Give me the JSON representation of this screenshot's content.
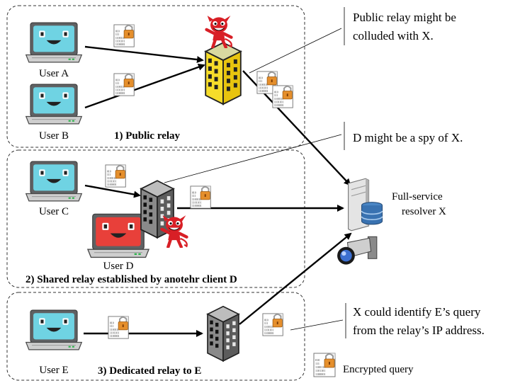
{
  "sections": {
    "public": "1) Public relay",
    "shared": "2) Shared relay established by anotehr client D",
    "dedicated": "3) Dedicated relay to E"
  },
  "users": {
    "a": "User A",
    "b": "User B",
    "c": "User C",
    "d": "User D",
    "e": "User E"
  },
  "resolver": {
    "line1": "Full-service",
    "line2": "resolver X"
  },
  "callouts": {
    "public_1": "Public relay might be",
    "public_2": "colluded with X.",
    "spy": "D might be a spy of X.",
    "ident_1": "X could identify E’s query",
    "ident_2": "from the relay’s IP address."
  },
  "legend": {
    "label": "Encrypted query"
  },
  "doc_text": [
    "010",
    "111",
    "1100110",
    "1101101",
    "1100001"
  ],
  "colors": {
    "screen_normal": "#6fd3e3",
    "screen_spy": "#e8403a",
    "building_yellow": "#f6dc2a",
    "building_gray": "#7c7c7c",
    "devil_red": "#d81f26"
  },
  "icons": [
    "laptop-icon",
    "building-icon",
    "devil-icon",
    "server-icon",
    "camera-icon",
    "document-lock-icon"
  ]
}
